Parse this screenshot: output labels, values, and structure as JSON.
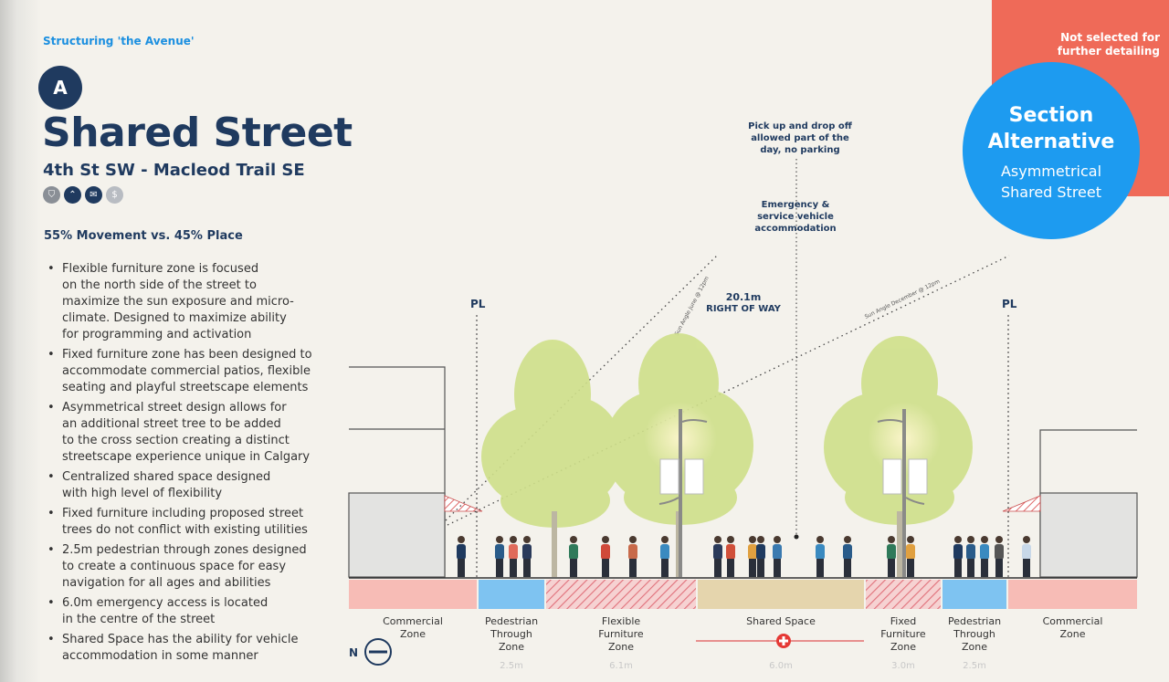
{
  "header": {
    "kicker": "Structuring 'the Avenue'",
    "badge": "A",
    "title": "Shared Street",
    "subtitle": "4th St SW - Macleod Trail SE",
    "ratio": "55% Movement vs. 45% Place"
  },
  "icons": [
    {
      "name": "shield-icon",
      "glyph": "⛉",
      "color": "#8a8f96"
    },
    {
      "name": "chevron-up-icon",
      "glyph": "⌃",
      "color": "#1f3a5f"
    },
    {
      "name": "megaphone-icon",
      "glyph": "✉",
      "color": "#1f3a5f"
    },
    {
      "name": "dollar-icon",
      "glyph": "$",
      "color": "#b8bcc2"
    }
  ],
  "bullets": [
    [
      "Flexible furniture zone is focused",
      "on the north side of the street to",
      "maximize the sun exposure and micro-",
      "climate. Designed to maximize ability",
      "for programming and activation"
    ],
    [
      "Fixed furniture zone has been designed to",
      "accommodate commercial patios, flexible",
      "seating and playful streetscape elements"
    ],
    [
      "Asymmetrical street design allows for",
      "an additional street tree to be added",
      "to the cross section creating a distinct",
      "streetscape experience unique in Calgary"
    ],
    [
      "Centralized shared space designed",
      "with high level of flexibility"
    ],
    [
      "Fixed furniture including proposed street",
      "trees do not conflict with existing utilities"
    ],
    [
      "2.5m pedestrian through zones designed",
      "to create a continuous space for easy",
      "navigation for all ages and abilities"
    ],
    [
      "6.0m emergency access is located",
      "in the centre of the street"
    ],
    [
      "Shared Space has the ability for vehicle",
      "accommodation in some manner"
    ]
  ],
  "corner": {
    "line1": "Not selected for",
    "line2": "further detailing"
  },
  "section": {
    "title1": "Section",
    "title2": "Alternative",
    "sub1": "Asymmetrical",
    "sub2": "Shared Street"
  },
  "notes": {
    "pickup": [
      "Pick up and drop off",
      "allowed part of the",
      "day, no parking"
    ],
    "emergency": [
      "Emergency &",
      "service vehicle",
      "accommodation"
    ],
    "row_width": "20.1m",
    "row_label": "RIGHT OF WAY",
    "pl_left": "PL",
    "pl_right": "PL",
    "sun_june": "Sun Angle June @ 12pm",
    "sun_dec": "Sun Angle December @ 12pm",
    "north": "N"
  },
  "zones": [
    {
      "label": [
        "Commercial",
        "Zone"
      ],
      "width": "",
      "color": "#f7bcb6",
      "pattern": false
    },
    {
      "label": [
        "Pedestrian",
        "Through",
        "Zone"
      ],
      "width": "2.5m",
      "color": "#7ec3f1",
      "pattern": false
    },
    {
      "label": [
        "Flexible",
        "Furniture",
        "Zone"
      ],
      "width": "6.1m",
      "color": "#f4c3c3",
      "pattern": true
    },
    {
      "label": [
        "Shared Space"
      ],
      "width": "6.0m",
      "color": "#e5d5ad",
      "pattern": false
    },
    {
      "label": [
        "Fixed",
        "Furniture",
        "Zone"
      ],
      "width": "3.0m",
      "color": "#f4c3c3",
      "pattern": true
    },
    {
      "label": [
        "Pedestrian",
        "Through",
        "Zone"
      ],
      "width": "2.5m",
      "color": "#7ec3f1",
      "pattern": false
    },
    {
      "label": [
        "Commercial",
        "Zone"
      ],
      "width": "",
      "color": "#f7bcb6",
      "pattern": false
    }
  ],
  "colors": {
    "navy": "#1f3a5f",
    "accent_blue": "#1d9bf0",
    "coral": "#ef6a58",
    "tree": "#cfe08a"
  }
}
